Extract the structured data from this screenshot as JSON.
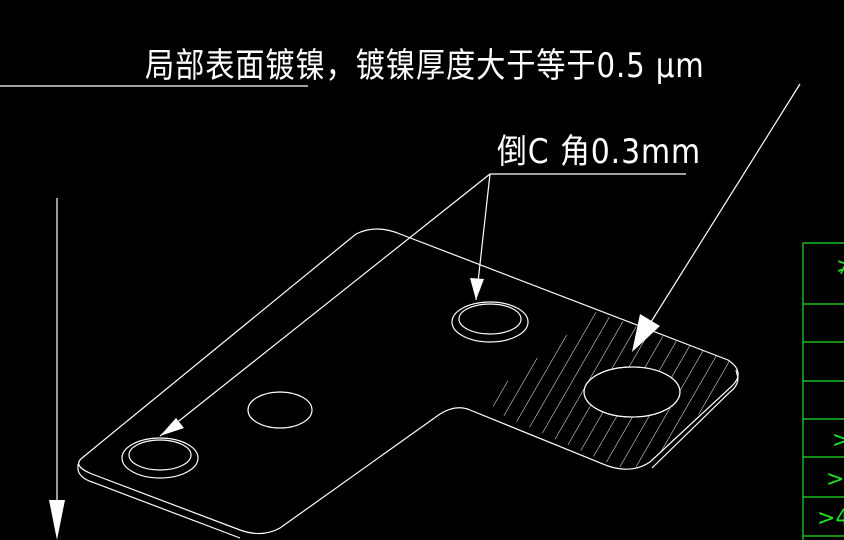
{
  "annotations": {
    "plating_note": "局部表面镀镍，镀镍厚度大于等于0.5 μm",
    "chamfer_note": "倒C 角0.3mm"
  },
  "table": {
    "cells": [
      "≯",
      ">",
      ">",
      ">4"
    ]
  },
  "colors": {
    "background": "#000000",
    "lines": "#ffffff",
    "table": "#22e022"
  }
}
